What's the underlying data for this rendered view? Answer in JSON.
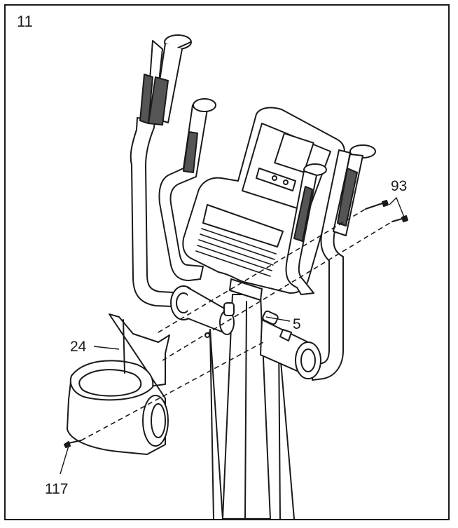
{
  "step_number": "11",
  "parts": {
    "p93": "93",
    "p5": "5",
    "p24": "24",
    "p117": "117"
  },
  "colors": {
    "line": "#1a1a1a",
    "fill": "#ffffff",
    "shade": "#cfcfcf",
    "dark": "#555555"
  }
}
